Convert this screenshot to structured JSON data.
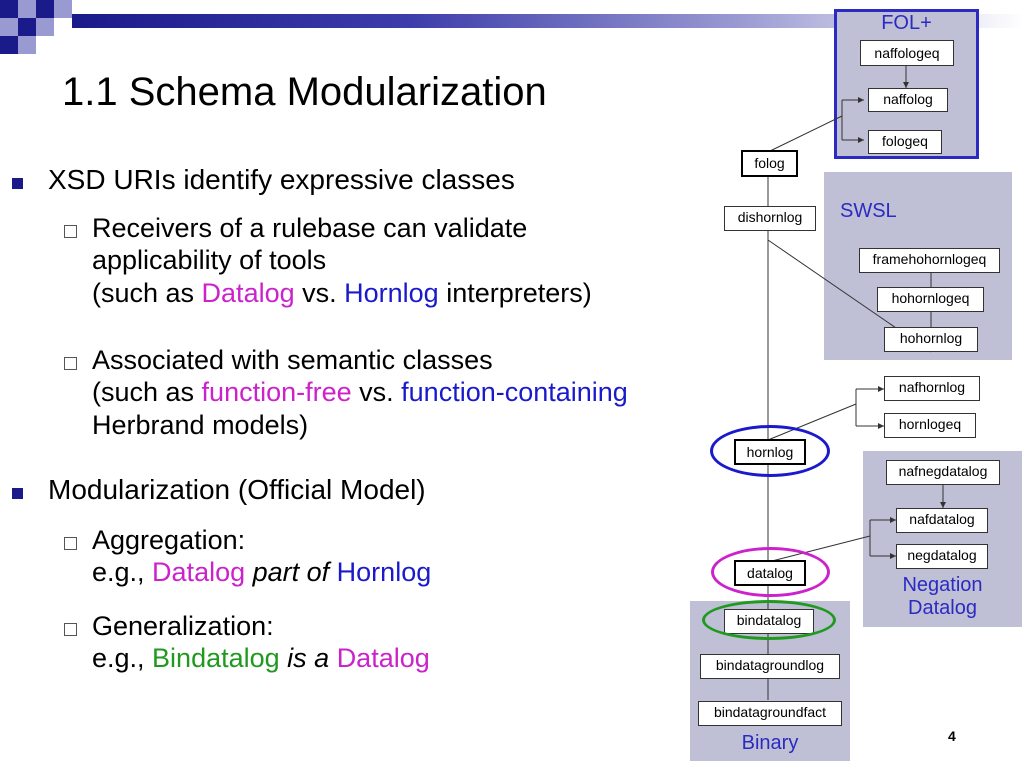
{
  "title": "1.1 Schema Modularization",
  "bullets": {
    "b1": "XSD URIs identify expressive classes",
    "b1_1": {
      "line1": "Receivers of a rulebase can validate",
      "line2": "applicability of tools",
      "line3_pre": "(such as ",
      "line3_a": "Datalog",
      "line3_mid": " vs. ",
      "line3_b": "Hornlog",
      "line3_post": " interpreters)"
    },
    "b1_2": {
      "line1": "Associated with semantic classes",
      "line2_pre": "(such as ",
      "line2_a": "function-free",
      "line2_mid": " vs. ",
      "line2_b": "function-containing",
      "line3": "Herbrand models)"
    },
    "b2": "Modularization (Official Model)",
    "b2_1": {
      "line1": "Aggregation:",
      "line2_pre": "e.g., ",
      "line2_a": "Datalog",
      "line2_mid": " part of ",
      "line2_b": "Hornlog"
    },
    "b2_2": {
      "line1": "Generalization:",
      "line2_pre": "e.g., ",
      "line2_a": "Bindatalog",
      "line2_mid": " is a ",
      "line2_b": "Datalog"
    }
  },
  "diagram": {
    "panels": {
      "fol": "FOL+",
      "swsl": "SWSL",
      "negation_line1": "Negation",
      "negation_line2": "Datalog",
      "binary": "Binary"
    },
    "nodes": {
      "naffologeq": "naffologeq",
      "naffolog": "naffolog",
      "fologeq": "fologeq",
      "folog": "folog",
      "dishornlog": "dishornlog",
      "framehohornlogeq": "framehohornlogeq",
      "hohornlogeq": "hohornlogeq",
      "hohornlog": "hohornlog",
      "nafhornlog": "nafhornlog",
      "hornlogeq": "hornlogeq",
      "hornlog": "hornlog",
      "nafnegdatalog": "nafnegdatalog",
      "nafdatalog": "nafdatalog",
      "negdatalog": "negdatalog",
      "datalog": "datalog",
      "bindatalog": "bindatalog",
      "bindatagroundlog": "bindatagroundlog",
      "bindatagroundfact": "bindatagroundfact"
    }
  },
  "page_number": "4",
  "colors": {
    "magenta": "#cc22cc",
    "blue": "#1a1acc",
    "green": "#1f9a1f",
    "panel": "#bfbfd6",
    "accent": "#2b2bc2"
  }
}
